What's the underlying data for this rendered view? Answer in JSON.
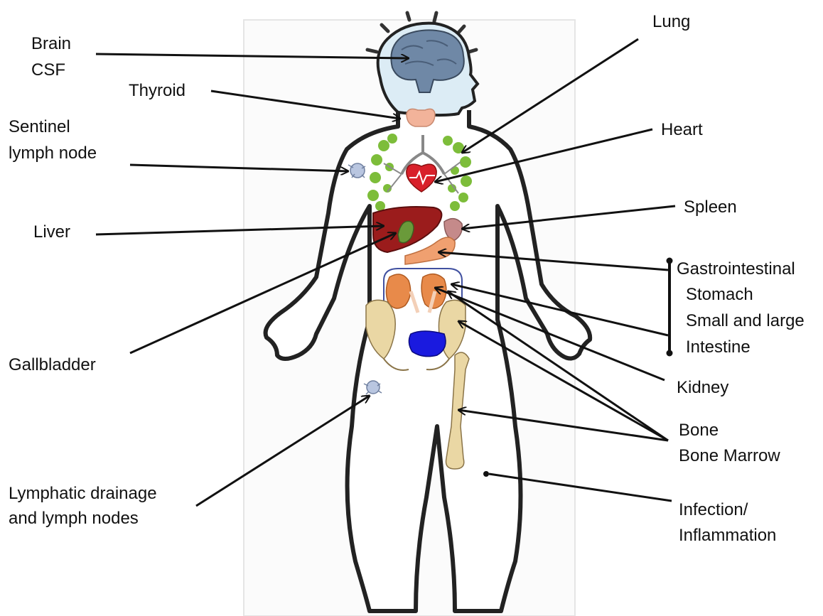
{
  "labels": {
    "brain": "Brain",
    "csf": "CSF",
    "thyroid": "Thyroid",
    "sentinel_line1": "Sentinel",
    "sentinel_line2": "lymph node",
    "liver": "Liver",
    "gallbladder": "Gallbladder",
    "lymphatic_line1": "Lymphatic drainage",
    "lymphatic_line2": "and lymph nodes",
    "lung": "Lung",
    "heart": "Heart",
    "spleen": "Spleen",
    "gastro": "Gastrointestinal",
    "stomach": "Stomach",
    "small_large": "Small and large",
    "intestine": "Intestine",
    "kidney": "Kidney",
    "bone": "Bone",
    "bone_marrow": "Bone Marrow",
    "infection": "Infection/",
    "inflammation": "Inflammation"
  },
  "colors": {
    "outline": "#1a1a1a",
    "brain": "#6f88a6",
    "head_fill": "#dcecf5",
    "thyroid": "#f2b39a",
    "lung_green": "#7dbd3a",
    "heart": "#d8202a",
    "liver": "#9b1c1c",
    "gallbladder": "#6a9a3a",
    "spleen": "#c58a8a",
    "stomach": "#f0a070",
    "kidney": "#e88a4a",
    "bone": "#ead7a4",
    "bladder": "#1a1adf",
    "lymph": "#b9c6e0"
  },
  "icons": [
    "brain-icon",
    "thyroid-icon",
    "lung-icon",
    "heart-icon",
    "liver-icon",
    "gallbladder-icon",
    "spleen-icon",
    "stomach-icon",
    "intestine-icon",
    "kidney-icon",
    "pelvis-icon",
    "femur-icon",
    "bladder-icon",
    "lymph-node-icon"
  ]
}
